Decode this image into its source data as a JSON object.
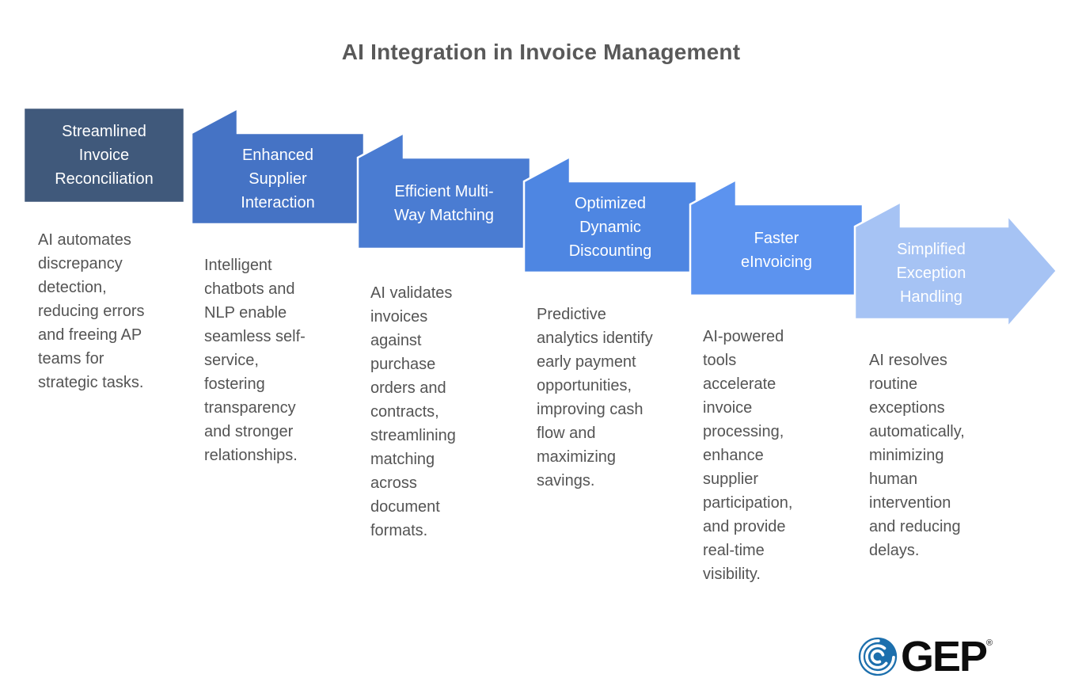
{
  "title": "AI Integration in Invoice Management",
  "steps": [
    {
      "title": "Streamlined\nInvoice\nReconciliation",
      "description": "AI automates\ndiscrepancy\ndetection,\nreducing errors\nand freeing AP\nteams for\nstrategic tasks.",
      "color": "#40597B"
    },
    {
      "title": "Enhanced\nSupplier\nInteraction",
      "description": "Intelligent\nchatbots and\nNLP enable\nseamless self-\nservice,\nfostering\ntransparency\nand stronger\nrelationships.",
      "color": "#4573C5"
    },
    {
      "title": "Efficient Multi-\nWay Matching",
      "description": "AI validates\ninvoices\nagainst\npurchase\norders and\ncontracts,\nstreamlining\nmatching\nacross\ndocument\nformats.",
      "color": "#4A7CD2"
    },
    {
      "title": "Optimized\nDynamic\nDiscounting",
      "description": "Predictive\nanalytics identify\nearly payment\nopportunities,\nimproving cash\nflow and\nmaximizing\nsavings.",
      "color": "#4E86E2"
    },
    {
      "title": "Faster\neInvoicing",
      "description": "AI-powered\ntools\naccelerate\ninvoice\nprocessing,\nenhance\nsupplier\nparticipation,\nand provide\nreal-time\nvisibility.",
      "color": "#5C93EF"
    },
    {
      "title": "Simplified\nException\nHandling",
      "description": "AI resolves\nroutine\nexceptions\nautomatically,\nminimizing\nhuman\nintervention\nand reducing\ndelays.",
      "color": "#A6C3F4"
    }
  ],
  "logo": {
    "text": "GEP",
    "registered_mark": "®",
    "swirl_color": "#1C6FAD"
  },
  "palette": {
    "heading_text": "#595959",
    "body_text": "#545454",
    "step_title_text": "#FFFFFF"
  }
}
